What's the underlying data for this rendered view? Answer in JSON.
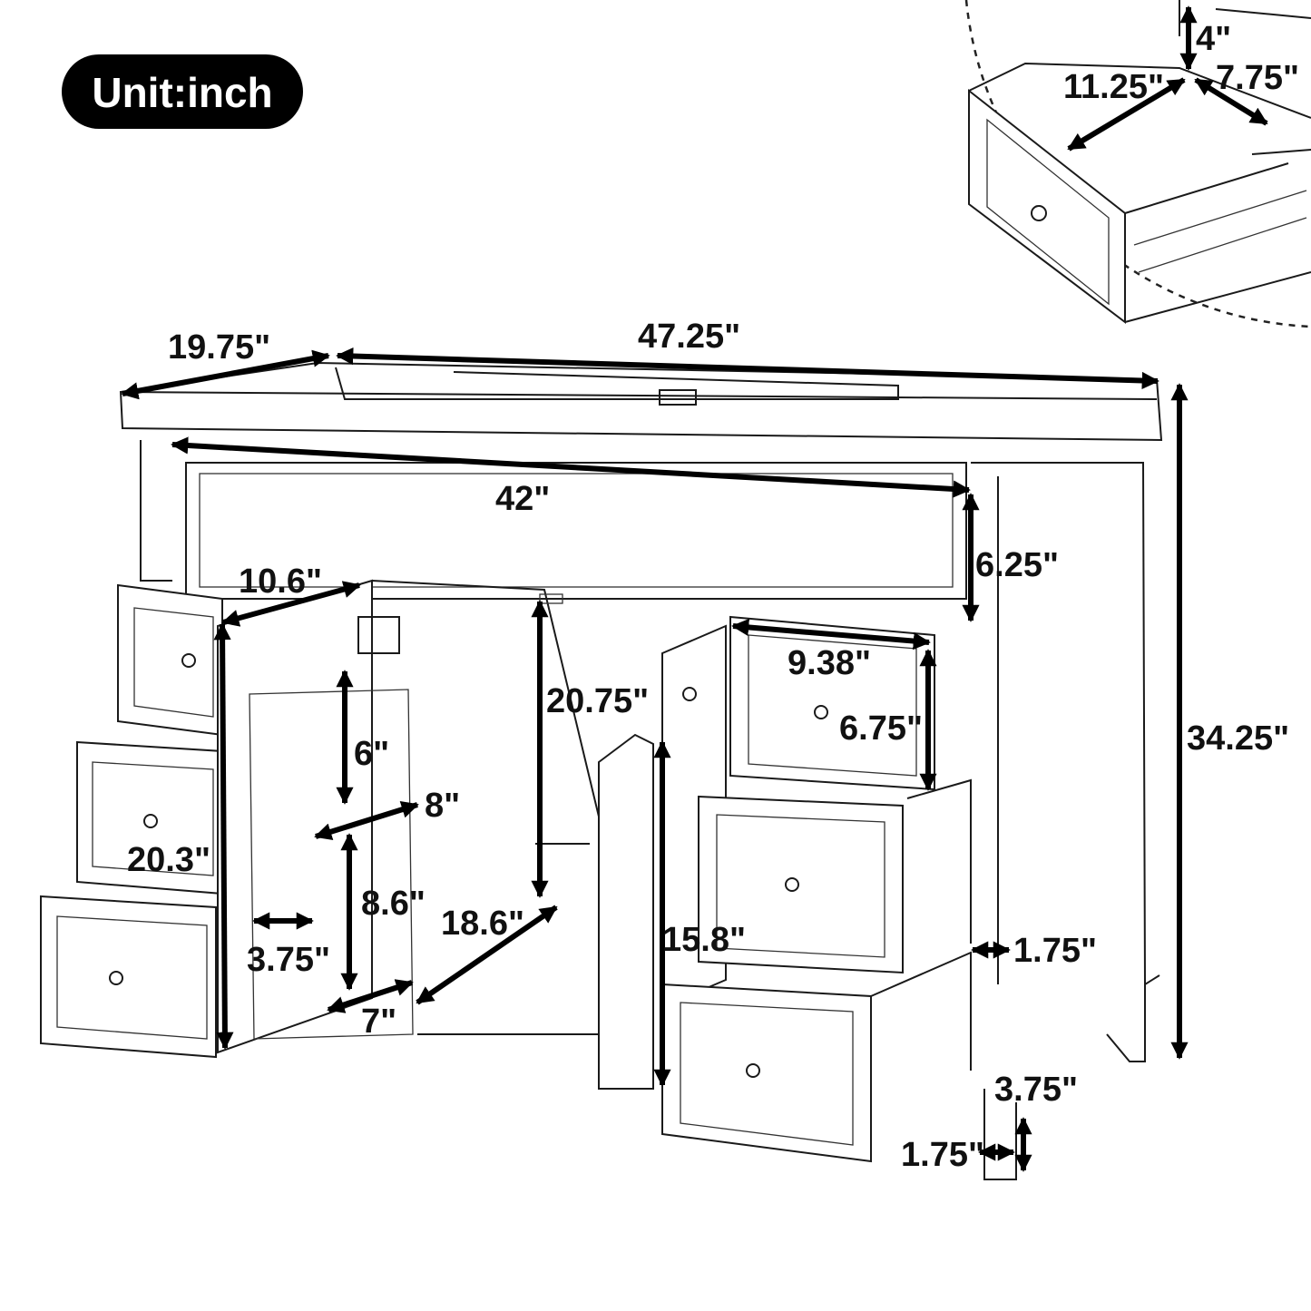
{
  "unit_badge": {
    "label": "Unit:inch"
  },
  "dimensions": {
    "top_depth": "19.75\"",
    "top_width": "47.25\"",
    "inner_width": "42\"",
    "apron_height": "6.25\"",
    "total_height": "34.25\"",
    "door_width": "10.6\"",
    "inner_height": "20.75\"",
    "shelf_gap_top": "6\"",
    "shelf_depth": "8\"",
    "left_drawer_height": "20.3\"",
    "shelf_gap_bottom": "8.6\"",
    "floor_depth": "18.6\"",
    "side_panel_depth": "3.75\"",
    "shelf_width": "7\"",
    "right_drawer_width": "9.38\"",
    "right_drawer_height": "6.75\"",
    "right_section_height": "15.8\"",
    "side_gap": "1.75\"",
    "leg_height": "3.75\"",
    "leg_width": "1.75\"",
    "inset_drawer_height": "4\"",
    "inset_drawer_width": "11.25\"",
    "inset_drawer_depth": "7.75\""
  },
  "colors": {
    "badge": "#000000",
    "background": "#ffffff",
    "arrow": "#000000"
  }
}
